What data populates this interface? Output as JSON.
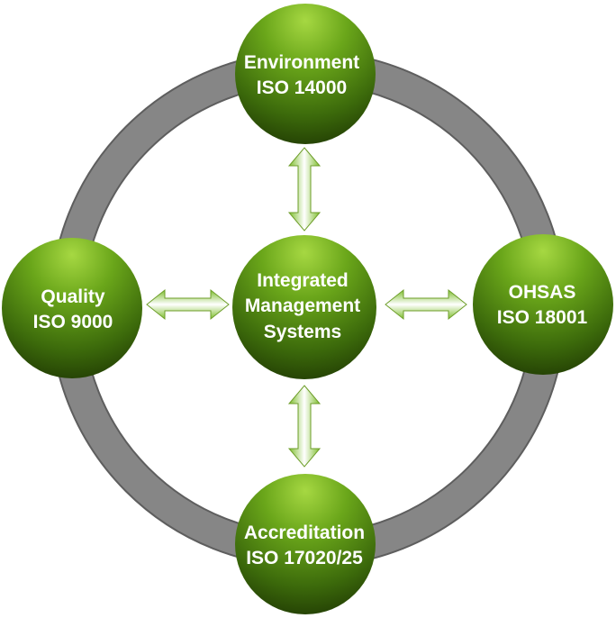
{
  "colors": {
    "ring": "#808080",
    "ring_edge": "#5f5f5f",
    "sphere_highlight": "#9fd23a",
    "sphere_mid": "#5e9a14",
    "sphere_dark": "#2a4a05",
    "arrow_light": "#ffffff",
    "arrow_green": "#8cc63f",
    "arrow_stroke": "#5a8a1a",
    "label_text": "#ffffff"
  },
  "nodes": {
    "center": {
      "line1": "Integrated",
      "line2": "Management",
      "line3": "Systems"
    },
    "top": {
      "line1": "Environment",
      "line2": "ISO 14000"
    },
    "left": {
      "line1": "Quality",
      "line2": "ISO 9000"
    },
    "right": {
      "line1": "OHSAS",
      "line2": "ISO 18001"
    },
    "bottom": {
      "line1": "Accreditation",
      "line2": "ISO 17020/25"
    }
  },
  "arrows": [
    "up-down",
    "left-right",
    "left-right",
    "up-down"
  ]
}
